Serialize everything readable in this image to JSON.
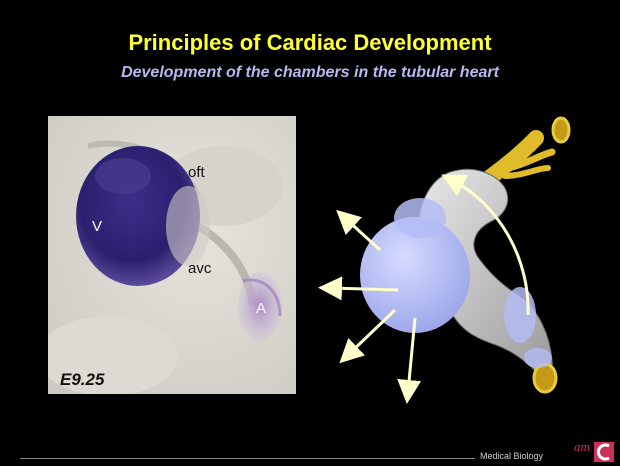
{
  "slide": {
    "title": "Principles of Cardiac Development",
    "subtitle": "Development of the chambers in the tubular heart"
  },
  "photo_labels": {
    "oft": "oft",
    "v": "V",
    "avc": "avc",
    "a": "A",
    "stage": "E9.25"
  },
  "footer": {
    "text": "Medical Biology",
    "logo_text": "am"
  },
  "colors": {
    "background": "#000000",
    "title": "#ffff33",
    "subtitle": "#b8b8f0",
    "chamber": "#b4bcf4",
    "tube": "#cfcfcf",
    "vessel": "#f2d13a",
    "arrow": "#ffffcc",
    "logo": "#c8325a"
  }
}
